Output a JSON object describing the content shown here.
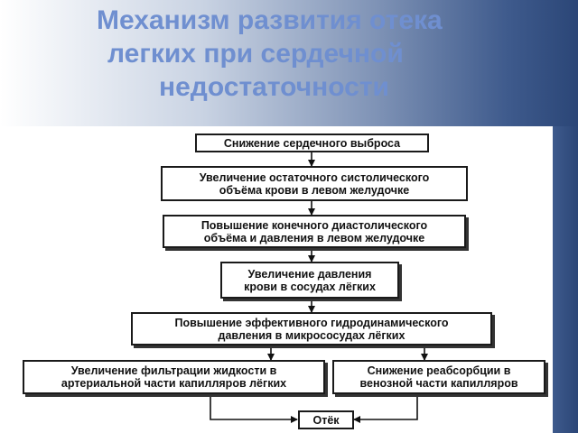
{
  "title": {
    "line1": "Механизм развития отека",
    "line2": "легких при сердечной",
    "line3": "недостаточности"
  },
  "flowchart": {
    "nodes": [
      {
        "id": "n1",
        "text": "Снижение сердечного выброса"
      },
      {
        "id": "n2",
        "text": "Увеличение остаточного систолического\nобъёма крови в левом желудочке"
      },
      {
        "id": "n3",
        "text": "Повышение конечного диастолического\nобъёма и давления в левом желудочке"
      },
      {
        "id": "n4",
        "text": "Увеличение давления\nкрови в сосудах лёгких"
      },
      {
        "id": "n5",
        "text": "Повышение эффективного гидродинамического\nдавления в микрососудах лёгких"
      },
      {
        "id": "n6",
        "text": "Увеличение фильтрации жидкости в\nартериальной части капилляров лёгких"
      },
      {
        "id": "n7",
        "text": "Снижение реабсорбции в\nвенозной части капилляров"
      },
      {
        "id": "n8",
        "text": "Отёк"
      }
    ],
    "edges": [
      {
        "from": "n1",
        "to": "n2"
      },
      {
        "from": "n2",
        "to": "n3"
      },
      {
        "from": "n3",
        "to": "n4"
      },
      {
        "from": "n4",
        "to": "n5"
      },
      {
        "from": "n5",
        "to": "n6"
      },
      {
        "from": "n5",
        "to": "n7"
      },
      {
        "from": "n6",
        "to": "n8"
      },
      {
        "from": "n7",
        "to": "n8"
      }
    ]
  }
}
